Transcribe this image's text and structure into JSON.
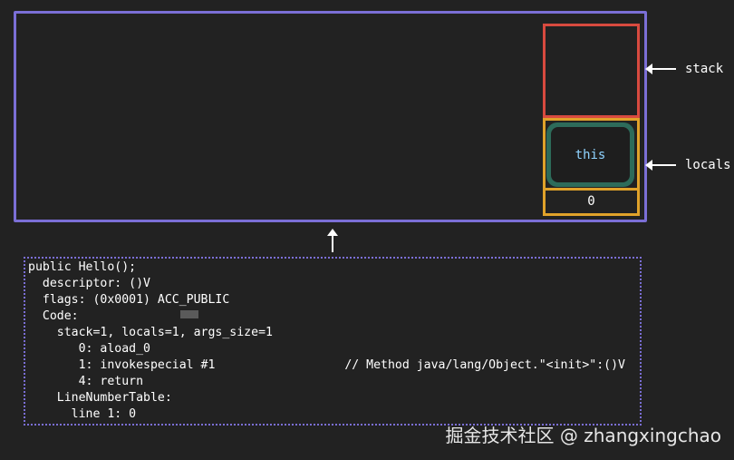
{
  "frame": {
    "stack_label": "stack",
    "locals_label": "locals",
    "slot_value": "this",
    "slot_index": "0"
  },
  "code_lines": [
    "public Hello();",
    "  descriptor: ()V",
    "  flags: (0x0001) ACC_PUBLIC",
    "  Code:",
    "    stack=1, locals=1, args_size=1",
    "       0: aload_0",
    "       1: invokespecial #1                  // Method java/lang/Object.\"<init>\":()V",
    "       4: return",
    "    LineNumberTable:",
    "      line 1: 0"
  ],
  "watermark": "掘金技术社区 @ zhangxingchao",
  "colors": {
    "frame_border": "#7b6fd6",
    "stack_border": "#d84a3f",
    "locals_border": "#e0a22a",
    "slot_fill": "#2d6b5a",
    "slot_text": "#8fd3ff"
  }
}
